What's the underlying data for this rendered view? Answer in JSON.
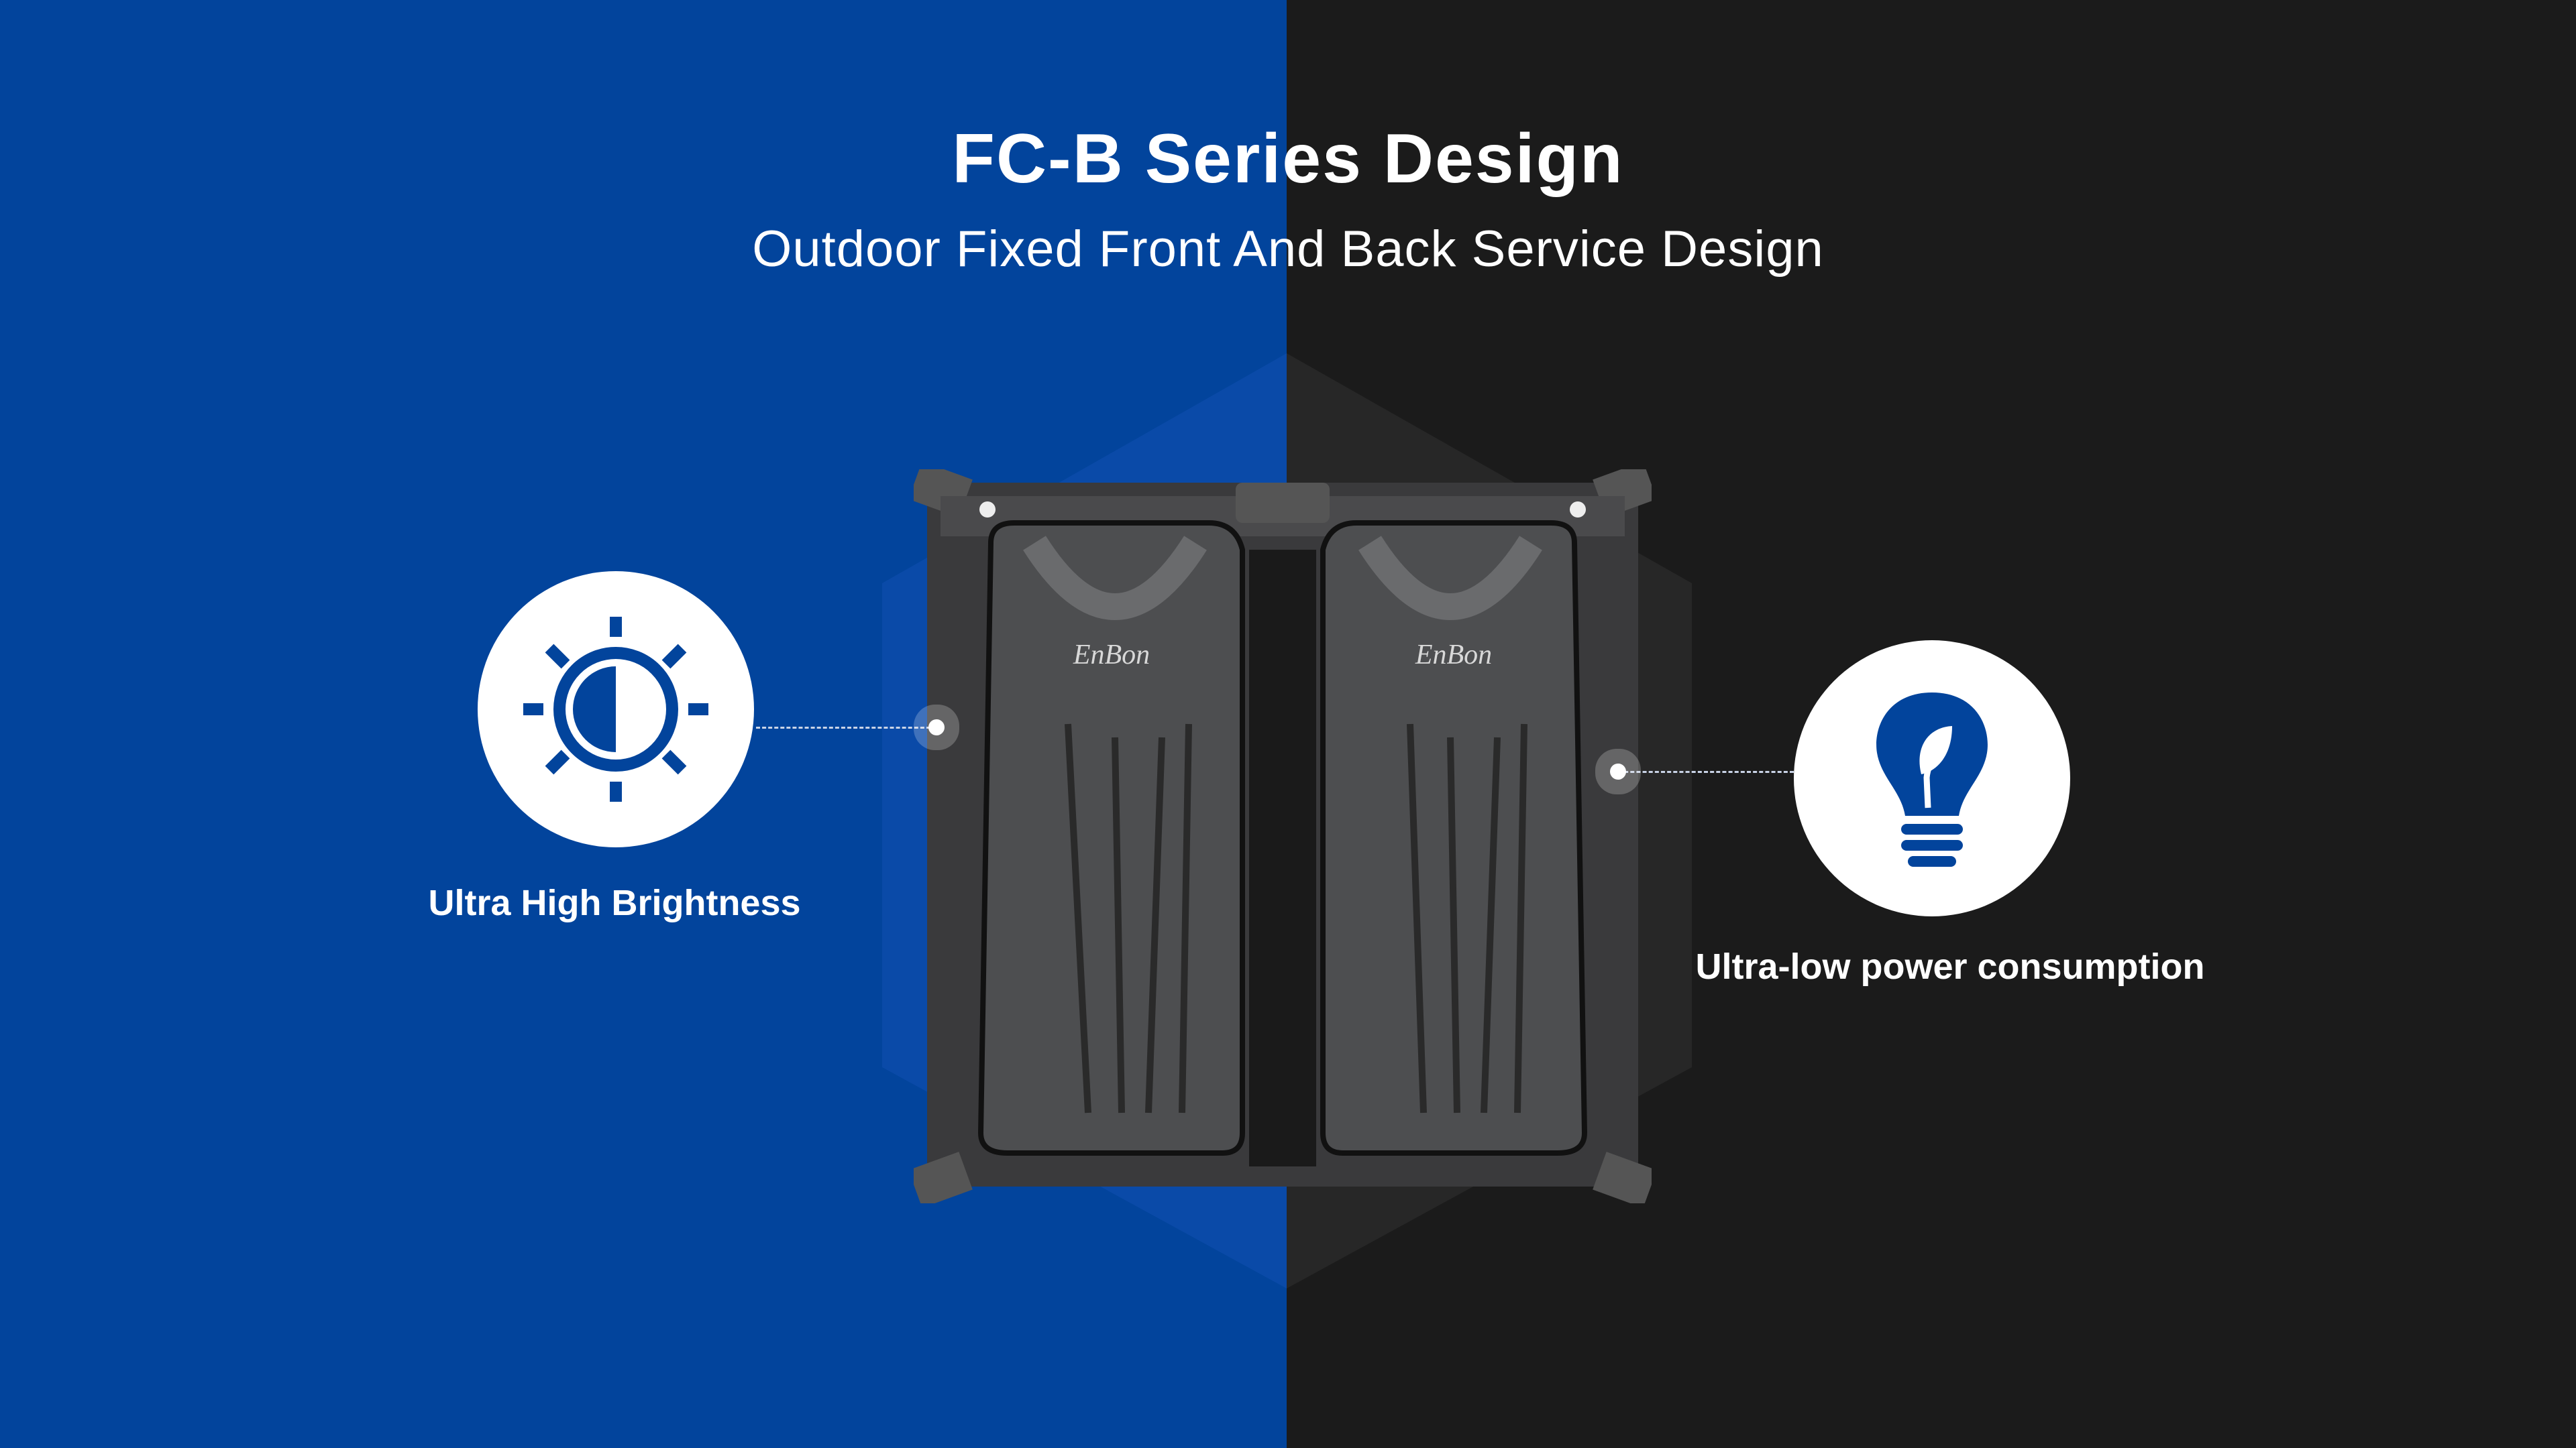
{
  "header": {
    "title": "FC-B Series Design",
    "subtitle": "Outdoor Fixed Front And Back Service Design"
  },
  "features": [
    {
      "label": "Ultra High Brightness",
      "icon": "sun-brightness-icon"
    },
    {
      "label": "Ultra-low power consumption",
      "icon": "leaf-lightbulb-icon"
    }
  ],
  "product": {
    "logo_text": "EnBon"
  },
  "colors": {
    "blue": "#02449c",
    "dark": "#1b1b1b",
    "white": "#ffffff"
  }
}
